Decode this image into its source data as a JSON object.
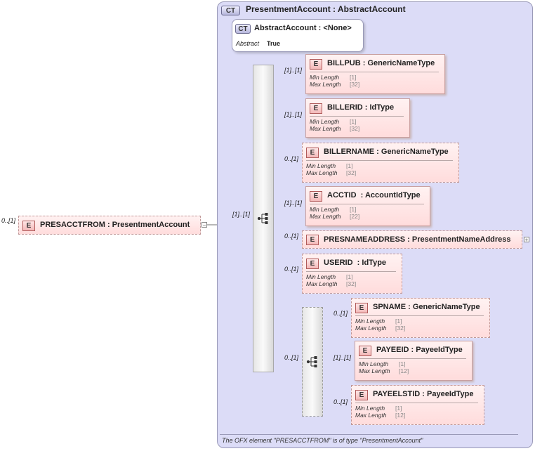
{
  "root": {
    "cardinality": "0..[1]",
    "badge": "E",
    "name": "PRESACCTFROM : PresentmentAccount",
    "collapse_glyph": "−"
  },
  "complex_type": {
    "badge": "CT",
    "title": "PresentmentAccount : AbstractAccount",
    "sequence_cardinality": "[1]..[1]"
  },
  "abstract_type": {
    "badge": "CT",
    "title": "AbstractAccount : <None>",
    "prop_key": "Abstract",
    "prop_value": "True"
  },
  "elements": [
    {
      "cardinality": "[1]..[1]",
      "name": "BILLPUB : GenericNameType",
      "min_label": "Min Length",
      "min": "[1]",
      "max_label": "Max Length",
      "max": "[32]"
    },
    {
      "cardinality": "[1]..[1]",
      "name": "BILLERID : IdType",
      "min_label": "Min Length",
      "min": "[1]",
      "max_label": "Max Length",
      "max": "[32]"
    },
    {
      "cardinality": "0..[1]",
      "name": "BILLERNAME : GenericNameType",
      "min_label": "Min Length",
      "min": "[1]",
      "max_label": "Max Length",
      "max": "[32]"
    },
    {
      "cardinality": "[1]..[1]",
      "name": "ACCTID  : AccountIdType",
      "min_label": "Min Length",
      "min": "[1]",
      "max_label": "Max Length",
      "max": "[22]"
    },
    {
      "cardinality": "0..[1]",
      "name": "PRESNAMEADDRESS : PresentmentNameAddress",
      "expand_glyph": "+"
    },
    {
      "cardinality": "0..[1]",
      "name": "USERID  : IdType",
      "min_label": "Min Length",
      "min": "[1]",
      "max_label": "Max Length",
      "max": "[32]"
    }
  ],
  "choice": {
    "cardinality": "0..[1]",
    "elements": [
      {
        "cardinality": "0..[1]",
        "name": "SPNAME : GenericNameType",
        "min_label": "Min Length",
        "min": "[1]",
        "max_label": "Max Length",
        "max": "[32]"
      },
      {
        "cardinality": "[1]..[1]",
        "name": "PAYEEID : PayeeIdType",
        "min_label": "Min Length",
        "min": "[1]",
        "max_label": "Max Length",
        "max": "[12]"
      },
      {
        "cardinality": "0..[1]",
        "name": "PAYEELSTID : PayeeIdType",
        "min_label": "Min Length",
        "min": "[1]",
        "max_label": "Max Length",
        "max": "[12]"
      }
    ]
  },
  "footer": "The OFX element \"PRESACCTFROM\" is of type \"PresentmentAccount\"",
  "colors": {
    "complex_type_bg": "#dcdcf7",
    "element_bg": "#ffdcdc",
    "sequence_bg": "#f0f0f0"
  }
}
